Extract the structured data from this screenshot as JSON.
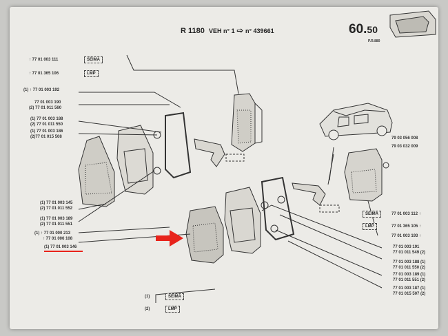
{
  "header": {
    "reference": "R 1180",
    "veh": "VEH n° 1",
    "arrow": "⇨",
    "to_number": "n° 439661",
    "page_main": "60.",
    "page_sub": "50",
    "page_code": "P.R.880"
  },
  "labels": {
    "left_top": [
      {
        "id": "l1",
        "text": "↑ 77 01 003 111"
      },
      {
        "id": "l2",
        "text": "↑ 77 01 365 106"
      }
    ],
    "left_mid": [
      {
        "id": "m1",
        "text": "(1) ↑ 77 01 003 192"
      },
      {
        "id": "m2",
        "text": "77 01 003 190"
      },
      {
        "id": "m3",
        "text": "(2) 77 01 011 560"
      },
      {
        "id": "m4",
        "text": "(1) 77 01 003 188"
      },
      {
        "id": "m5",
        "text": "(2) 77 01 011 550"
      },
      {
        "id": "m6",
        "text": "(1) 77 01 003 186"
      },
      {
        "id": "m7",
        "text": "(2)77 01 015 508"
      }
    ],
    "left_low": [
      {
        "id": "n1",
        "text": "(1) 77 01 003 145"
      },
      {
        "id": "n2",
        "text": "(2) 77 01 011 552"
      },
      {
        "id": "n3",
        "text": "(1) 77 01 003 189"
      },
      {
        "id": "n4",
        "text": "(2) 77 01 011 551"
      },
      {
        "id": "n5",
        "text": "(1) ↑ 77 01 000 213"
      },
      {
        "id": "n6",
        "text": "↑ 77 01 006 108"
      },
      {
        "id": "n7",
        "text": "(1) 77 01 003 146"
      }
    ],
    "right": [
      {
        "id": "r1",
        "text": "79 03 056 008"
      },
      {
        "id": "r2",
        "text": "79 03 032 009"
      },
      {
        "id": "r3",
        "text": "77 01 003 112 ↑"
      },
      {
        "id": "r4",
        "text": "77 01 365 105 ↑"
      },
      {
        "id": "r5",
        "text": "77 01 003 193 ↑"
      },
      {
        "id": "r6",
        "text": "77 01 003 191"
      },
      {
        "id": "r7",
        "text": "77 01 011 549 (2)"
      },
      {
        "id": "r8",
        "text": "77 01 003 188 (1)"
      },
      {
        "id": "r9",
        "text": "77 01 011 550 (2)"
      },
      {
        "id": "r10",
        "text": "77 01 003 189 (1)"
      },
      {
        "id": "r11",
        "text": "77 01 011 551 (2)"
      },
      {
        "id": "r12",
        "text": "77 01 003 187 (1)"
      },
      {
        "id": "r13",
        "text": "77 01 015 507 (2)"
      }
    ],
    "tags": [
      {
        "id": "t1",
        "text": "SEIMA"
      },
      {
        "id": "t2",
        "text": "LMP"
      },
      {
        "id": "t3",
        "text": "SEIMA"
      },
      {
        "id": "t4",
        "text": "LMP"
      },
      {
        "id": "t5",
        "text": "(1)"
      },
      {
        "id": "t6",
        "text": "SEIMA"
      },
      {
        "id": "t7",
        "text": "(2)"
      },
      {
        "id": "t8",
        "text": "LMP"
      }
    ]
  },
  "colors": {
    "paper": "#ecebe7",
    "ink": "#2a2a2a",
    "highlight_arrow": "#e8231b",
    "underline": "#e8231b"
  }
}
